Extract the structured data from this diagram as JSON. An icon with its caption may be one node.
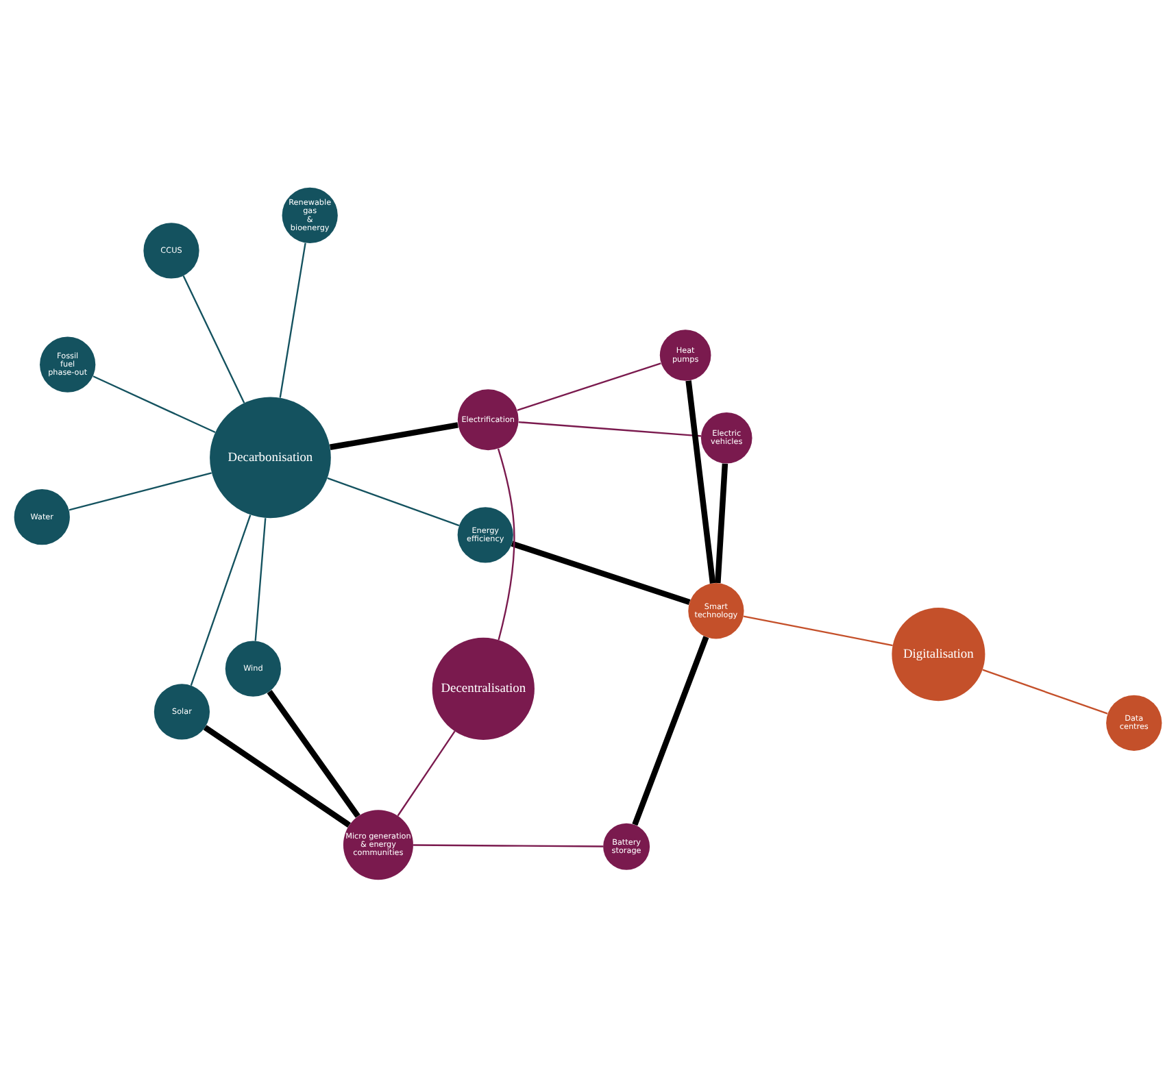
{
  "diagram": {
    "nodes": [
      {
        "text": [
          "Decarbonisation"
        ]
      },
      {
        "text": [
          "Renewable gas & bioenergy"
        ]
      },
      {
        "text": [
          "Water"
        ]
      },
      {
        "text": [
          "CCUS"
        ]
      },
      {
        "text": [
          "Wind"
        ]
      },
      {
        "text": [
          "Fossil fuel phase-out"
        ]
      },
      {
        "text": [
          "Solar"
        ]
      },
      {
        "text": [
          "Energy efficiency"
        ]
      },
      {
        "text": [
          "Digitalisation"
        ]
      },
      {
        "text": [
          "Battery storage"
        ]
      },
      {
        "text": [
          "Micro generation & energy communities"
        ]
      },
      {
        "text": [
          "Electrification"
        ]
      },
      {
        "text": [
          "Electric vehicles"
        ]
      },
      {
        "text": [
          "Smart technology"
        ]
      },
      {
        "text": [
          "Heat pumps"
        ]
      },
      {
        "text": [
          "Data centres"
        ]
      },
      {
        "text": [
          "Decentralisation"
        ]
      }
    ],
    "edges": [
      {
        "from": 0,
        "to": 1,
        "arrow": "none"
      },
      {
        "from": 0,
        "to": 2,
        "arrow": "none"
      },
      {
        "from": 0,
        "to": 3,
        "arrow": "none"
      },
      {
        "from": 0,
        "to": 4,
        "arrow": "none"
      },
      {
        "from": 0,
        "to": 5,
        "arrow": "none"
      },
      {
        "from": 0,
        "to": 6,
        "arrow": "none"
      },
      {
        "from": 0,
        "to": 7,
        "arrow": "none"
      },
      {
        "from": 4,
        "to": 10,
        "arrow": "none",
        "style": "thick",
        "color": "#000000"
      },
      {
        "from": 6,
        "to": 10,
        "arrow": "none",
        "style": "thick",
        "color": "#000000"
      },
      {
        "from": 0,
        "to": 11,
        "arrow": "none",
        "style": "thick",
        "color": "#000000"
      },
      {
        "from": 7,
        "to": 13,
        "arrow": "none",
        "style": "thick",
        "color": "#000000"
      },
      {
        "from": 9,
        "to": 13,
        "arrow": "none",
        "style": "thick",
        "color": "#000000"
      },
      {
        "from": 12,
        "to": 13,
        "arrow": "none",
        "style": "thick",
        "color": "#000000"
      },
      {
        "from": 14,
        "to": 13,
        "arrow": "none",
        "style": "thick",
        "color": "#000000"
      },
      {
        "from": 8,
        "to": 13,
        "arrow": "none",
        "color": "#c4502a"
      },
      {
        "from": 8,
        "to": 15,
        "arrow": "none",
        "color": "#c4502a"
      },
      {
        "from": 16,
        "to": 10,
        "arrow": "none",
        "color": "#7a1a4e"
      },
      {
        "from": 16,
        "to": 11,
        "arrow": "none",
        "color": "#7a1a4e"
      },
      {
        "from": 10,
        "to": 9,
        "arrow": "none",
        "color": "#7a1a4e"
      },
      {
        "from": 11,
        "to": 12,
        "arrow": "none",
        "color": "#7a1a4e"
      },
      {
        "from": 11,
        "to": 14,
        "arrow": "none",
        "color": "#7a1a4e"
      }
    ]
  }
}
